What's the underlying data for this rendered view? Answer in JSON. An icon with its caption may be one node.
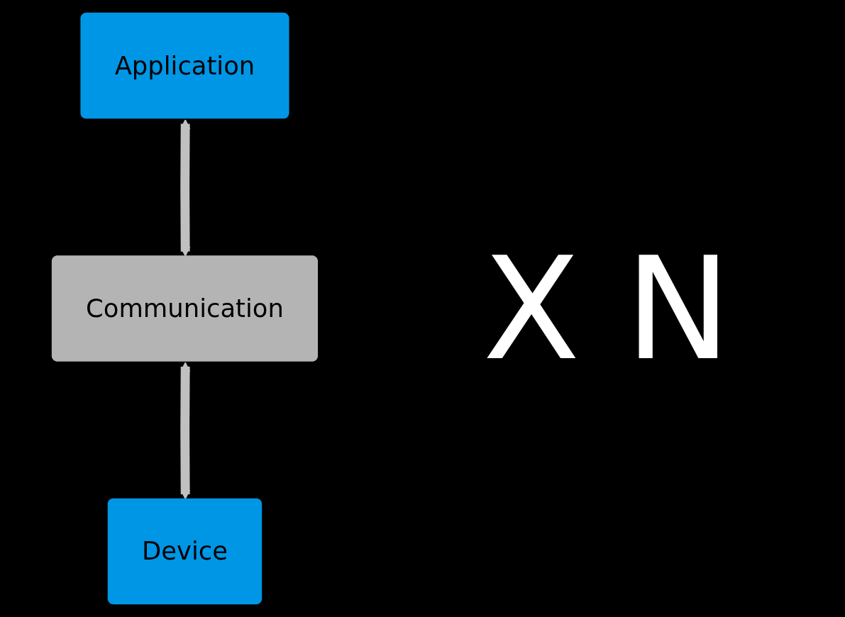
{
  "diagram": {
    "nodes": [
      {
        "text": [
          "Application"
        ]
      },
      {
        "text": [
          "Communication"
        ]
      },
      {
        "text": [
          "Device"
        ]
      }
    ],
    "edges": [
      {
        "from": 0,
        "to": 1,
        "arrow": "both"
      },
      {
        "from": 1,
        "to": 2,
        "arrow": "both"
      }
    ],
    "labels": [
      "X N"
    ]
  }
}
